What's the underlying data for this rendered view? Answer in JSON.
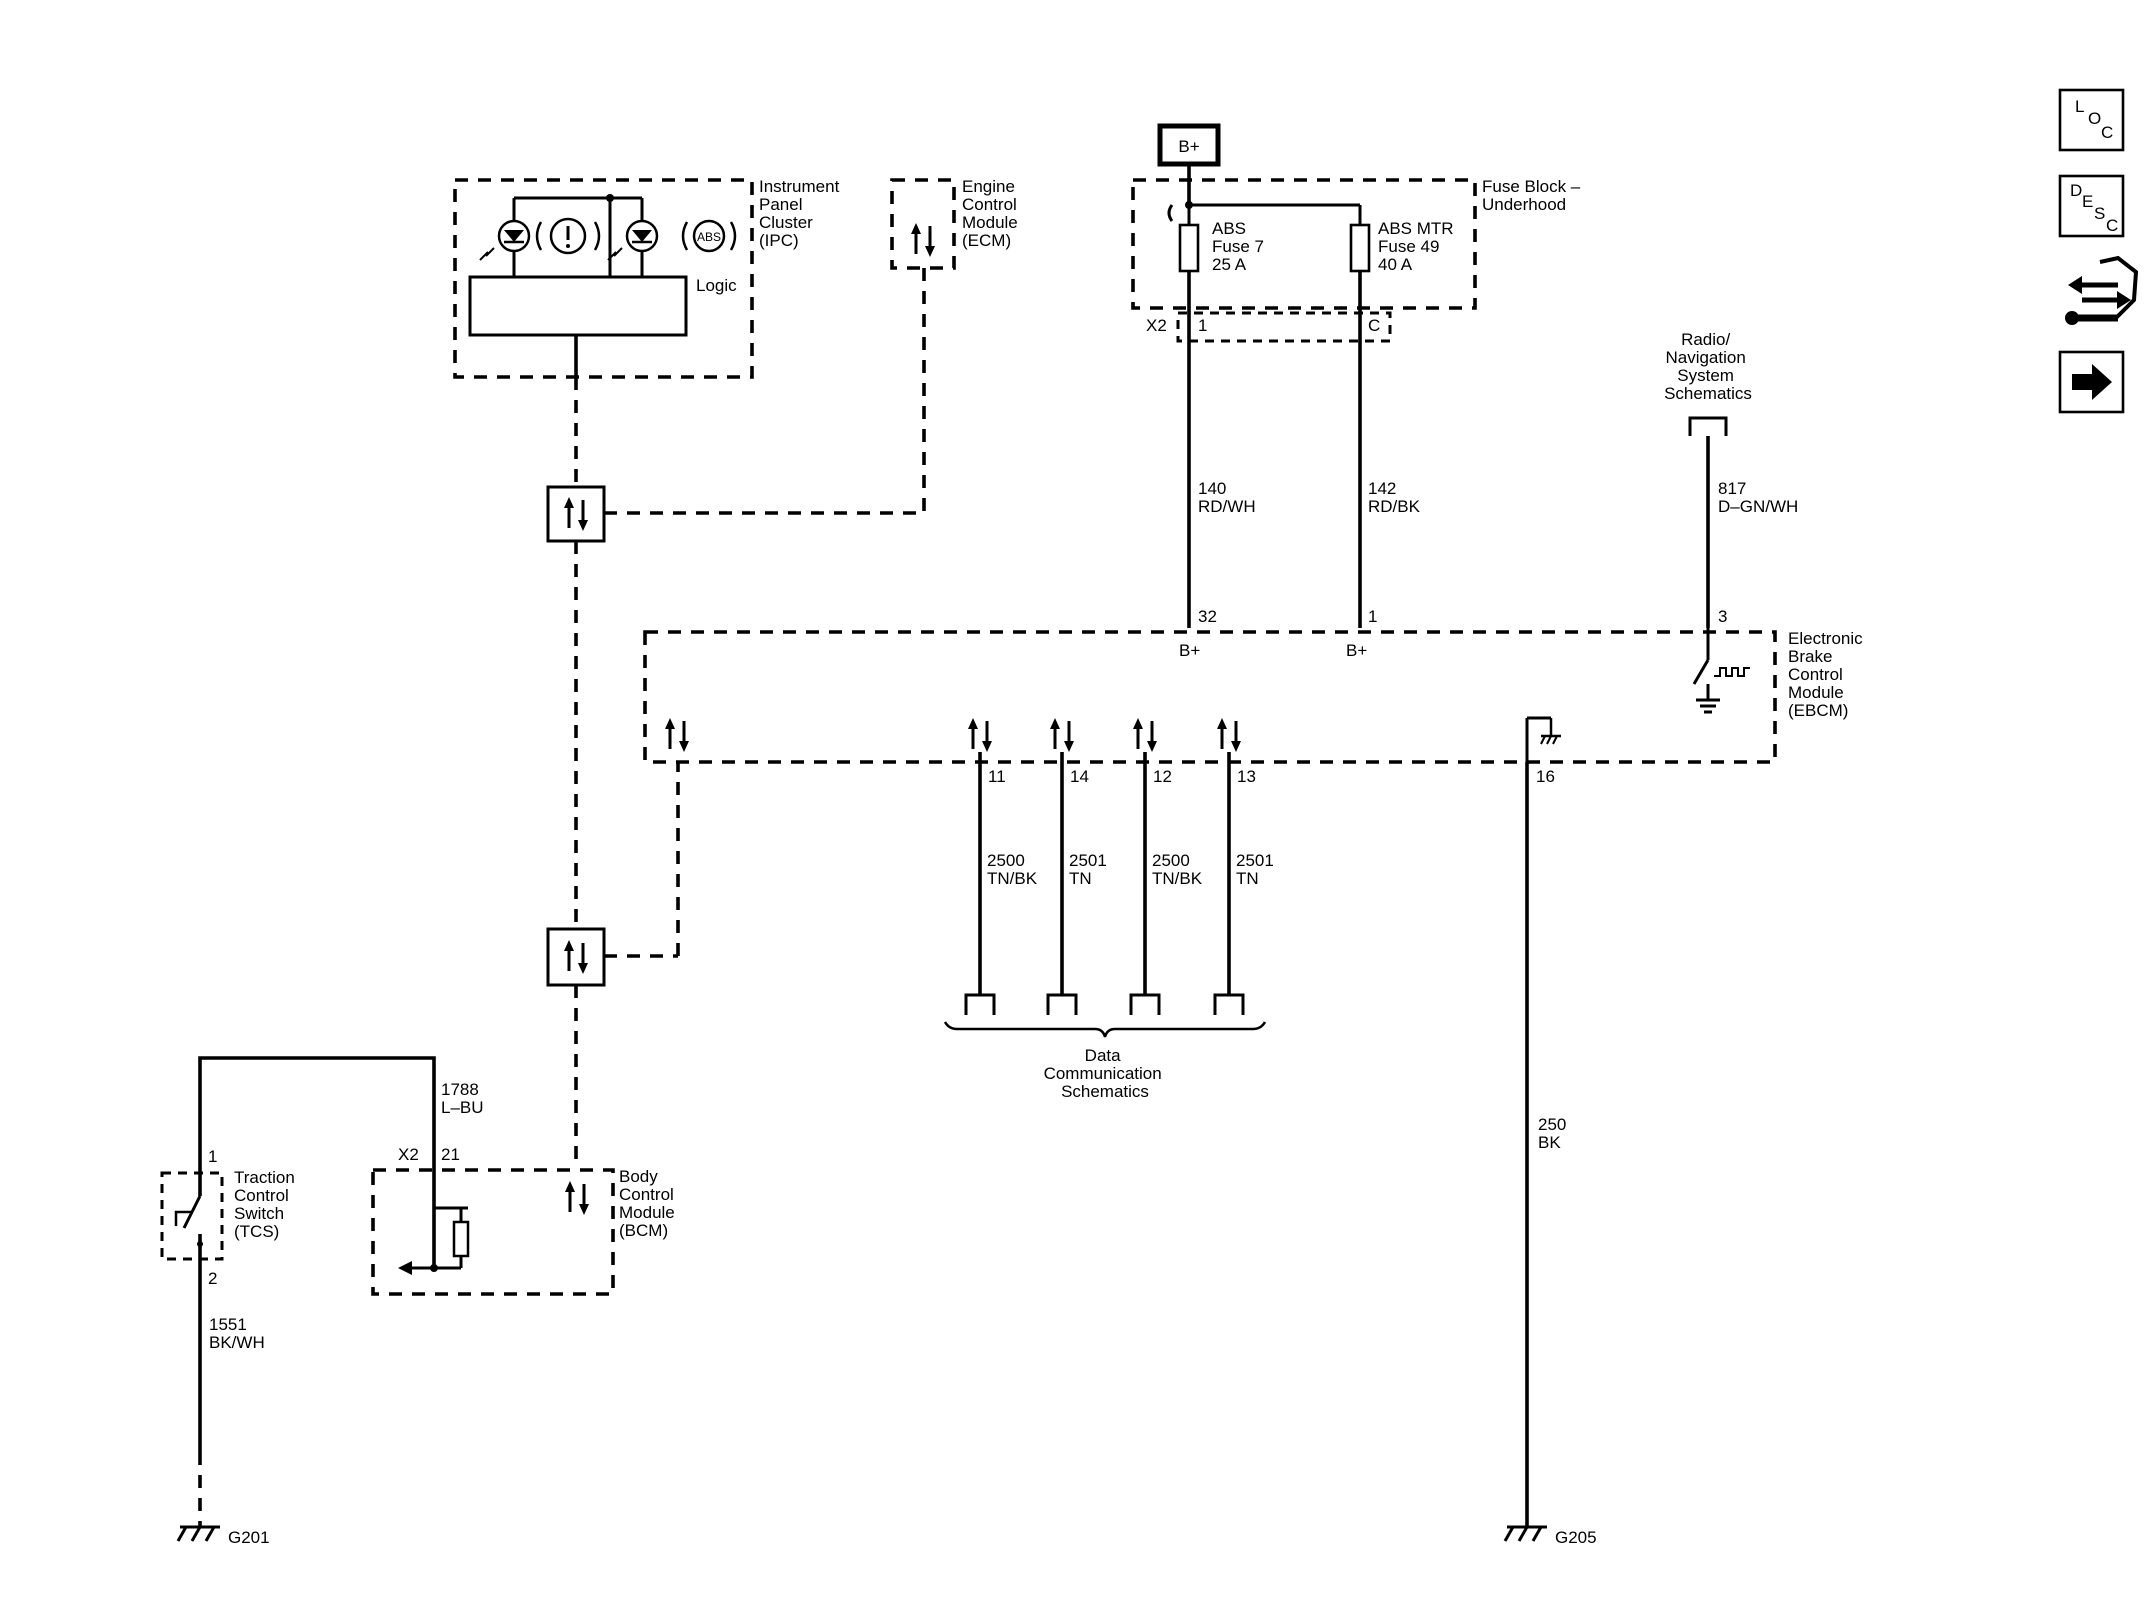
{
  "power": {
    "bplus_label": "B+"
  },
  "fuse_block": {
    "name": [
      "Fuse Block –",
      "Underhood"
    ],
    "connector": "X2",
    "fuse1": {
      "lines": [
        "ABS",
        "Fuse 7",
        "25 A"
      ],
      "pin": "1"
    },
    "fuse2": {
      "lines": [
        "ABS MTR",
        "Fuse 49",
        "40 A"
      ],
      "pin": "C"
    }
  },
  "ipc": {
    "name": [
      "Instrument",
      "Panel",
      "Cluster",
      "(IPC)"
    ],
    "logic_label": "Logic",
    "abs_lamp_text": "ABS",
    "brake_lamp_text": "(!)"
  },
  "ecm": {
    "name": [
      "Engine",
      "Control",
      "Module",
      "(ECM)"
    ]
  },
  "radio": {
    "name": [
      "Radio/",
      "Navigation",
      "System",
      "Schematics"
    ]
  },
  "ebcm": {
    "name": [
      "Electronic",
      "Brake",
      "Control",
      "Module",
      "(EBCM)"
    ],
    "pins": {
      "b1": "32",
      "b2": "1",
      "radio": "3",
      "d11": "11",
      "d14": "14",
      "d12": "12",
      "d13": "13",
      "gnd": "16"
    },
    "bplus_label_1": "B+",
    "bplus_label_2": "B+"
  },
  "wires": {
    "w140": [
      "140",
      "RD/WH"
    ],
    "w142": [
      "142",
      "RD/BK"
    ],
    "w817": [
      "817",
      "D–GN/WH"
    ],
    "w2500a": [
      "2500",
      "TN/BK"
    ],
    "w2501a": [
      "2501",
      "TN"
    ],
    "w2500b": [
      "2500",
      "TN/BK"
    ],
    "w2501b": [
      "2501",
      "TN"
    ],
    "w250": [
      "250",
      "BK"
    ],
    "w1788": [
      "1788",
      "L–BU"
    ],
    "w1551": [
      "1551",
      "BK/WH"
    ]
  },
  "data_comm": {
    "name": [
      "Data",
      "Communication",
      "Schematics"
    ]
  },
  "tcs": {
    "name": [
      "Traction",
      "Control",
      "Switch",
      "(TCS)"
    ],
    "pin_top": "1",
    "pin_bottom": "2"
  },
  "bcm": {
    "name": [
      "Body",
      "Control",
      "Module",
      "(BCM)"
    ],
    "connector": "X2",
    "pin": "21"
  },
  "grounds": {
    "g201": "G201",
    "g205": "G205"
  },
  "nav": {
    "loc": [
      "L",
      "O",
      "C"
    ],
    "desc": [
      "D",
      "E",
      "S",
      "C"
    ],
    "icons": [
      "connector-end-view-icon",
      "next-page-arrow-icon"
    ]
  }
}
